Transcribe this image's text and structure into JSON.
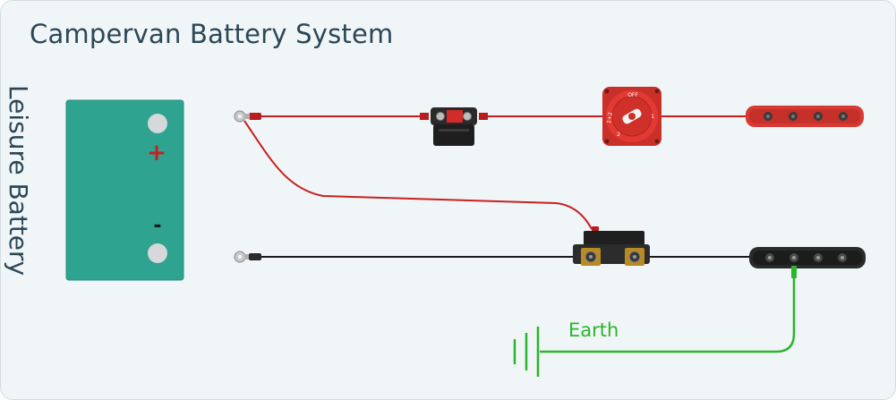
{
  "diagram": {
    "title": "Campervan Battery System",
    "battery_label": "Leisure Battery",
    "positive_symbol": "+",
    "negative_symbol": "-",
    "earth_label": "Earth",
    "isolator_markings": [
      "1+2",
      "OFF",
      "2",
      "1"
    ]
  },
  "colors": {
    "background": "#f0f5f8",
    "battery": "#2ea38f",
    "positive_wire": "#c82020",
    "negative_wire": "#1a1a1a",
    "earth_wire": "#2bb52b",
    "busbar_positive": "#d73a34",
    "busbar_negative": "#2a2a2a",
    "text": "#2b4756"
  },
  "icons": {
    "fuse_holder": "anl-fuse-holder-icon",
    "isolator": "battery-isolator-switch-icon",
    "shunt": "shunt-icon",
    "ground": "ground-symbol-icon"
  }
}
